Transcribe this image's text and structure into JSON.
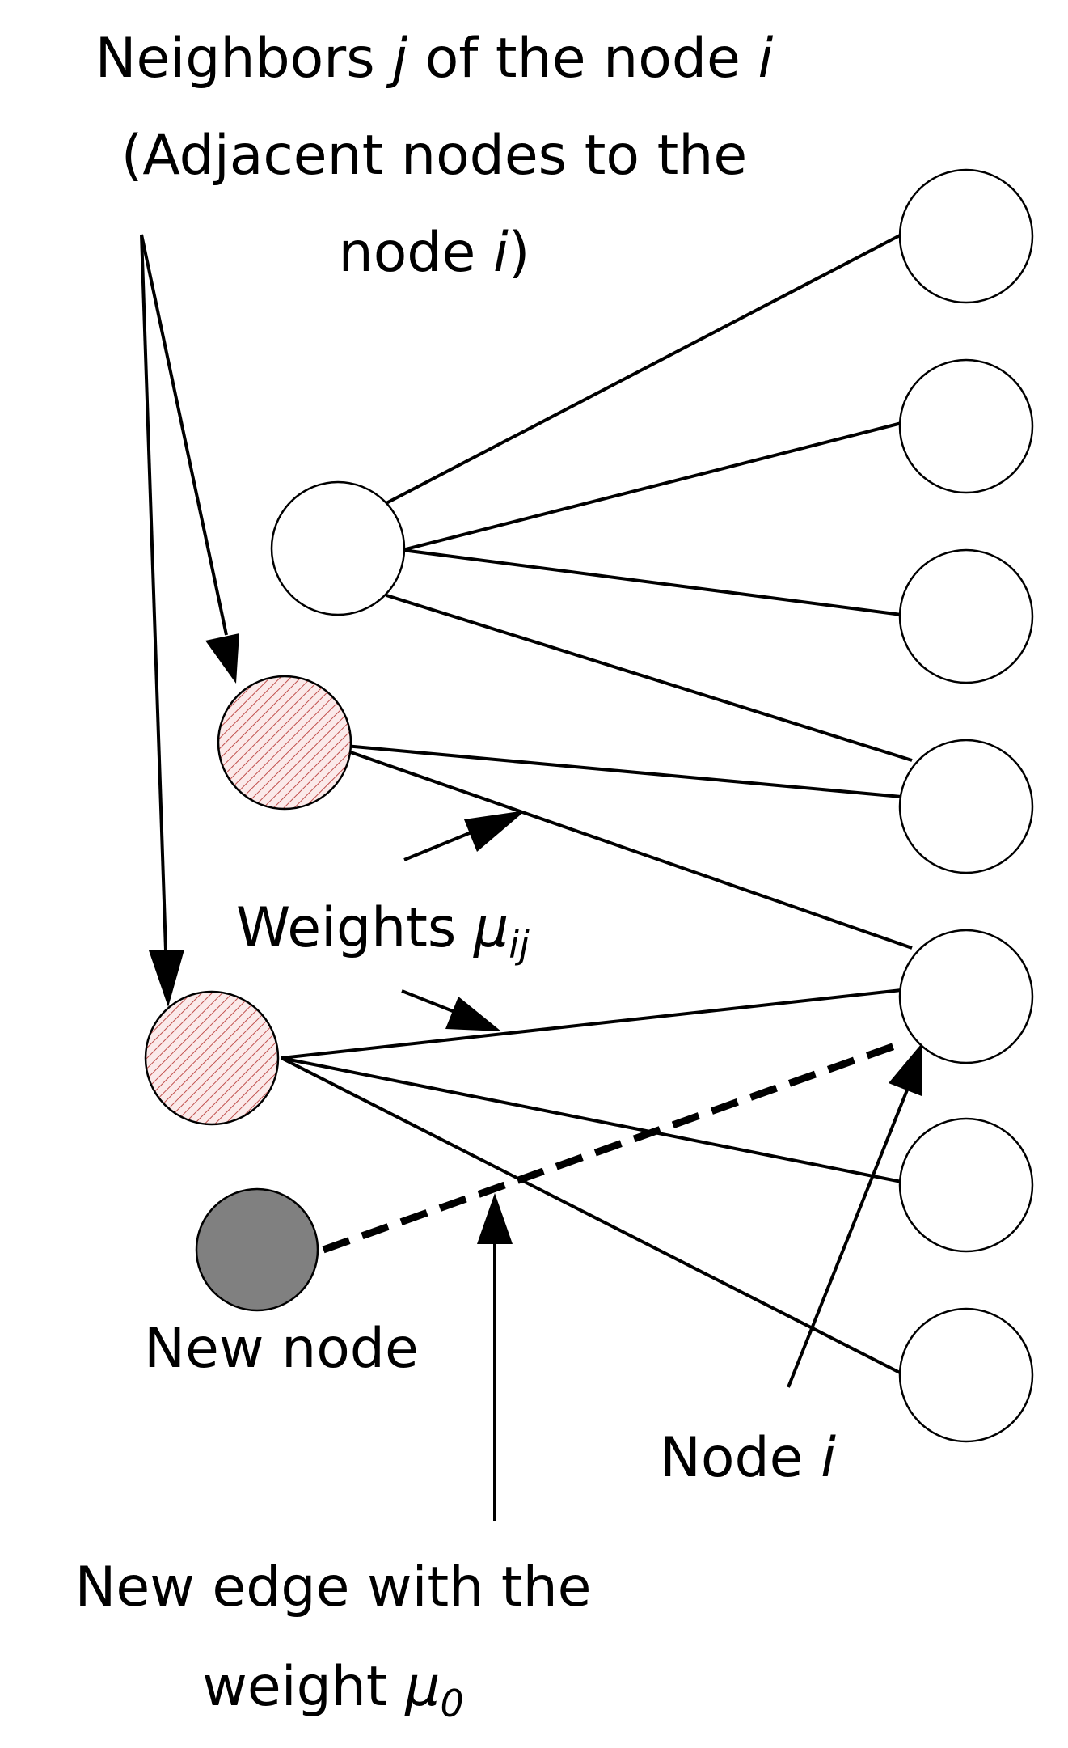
{
  "labels": {
    "neighbors_line1_a": "Neighbors ",
    "neighbors_line1_j": "j",
    "neighbors_line1_b": " of the node ",
    "neighbors_line1_i": "i",
    "neighbors_line2": "(Adjacent nodes to the",
    "neighbors_line3_a": "node ",
    "neighbors_line3_i": "i",
    "neighbors_line3_b": ")",
    "weights_text": "Weights ",
    "weights_mu": "μ",
    "weights_sub": "ij",
    "new_node": "New node",
    "node_i_text": "Node ",
    "node_i_i": "i",
    "new_edge_line1": "New edge with the",
    "new_edge_line2_a": "weight ",
    "new_edge_line2_mu": "μ",
    "new_edge_line2_sub": "0"
  },
  "colors": {
    "stroke": "#000000",
    "node_fill": "#ffffff",
    "neighbor_hatch": "#c0504d",
    "neighbor_bg": "#fbeaea",
    "new_node_fill": "#808080"
  }
}
